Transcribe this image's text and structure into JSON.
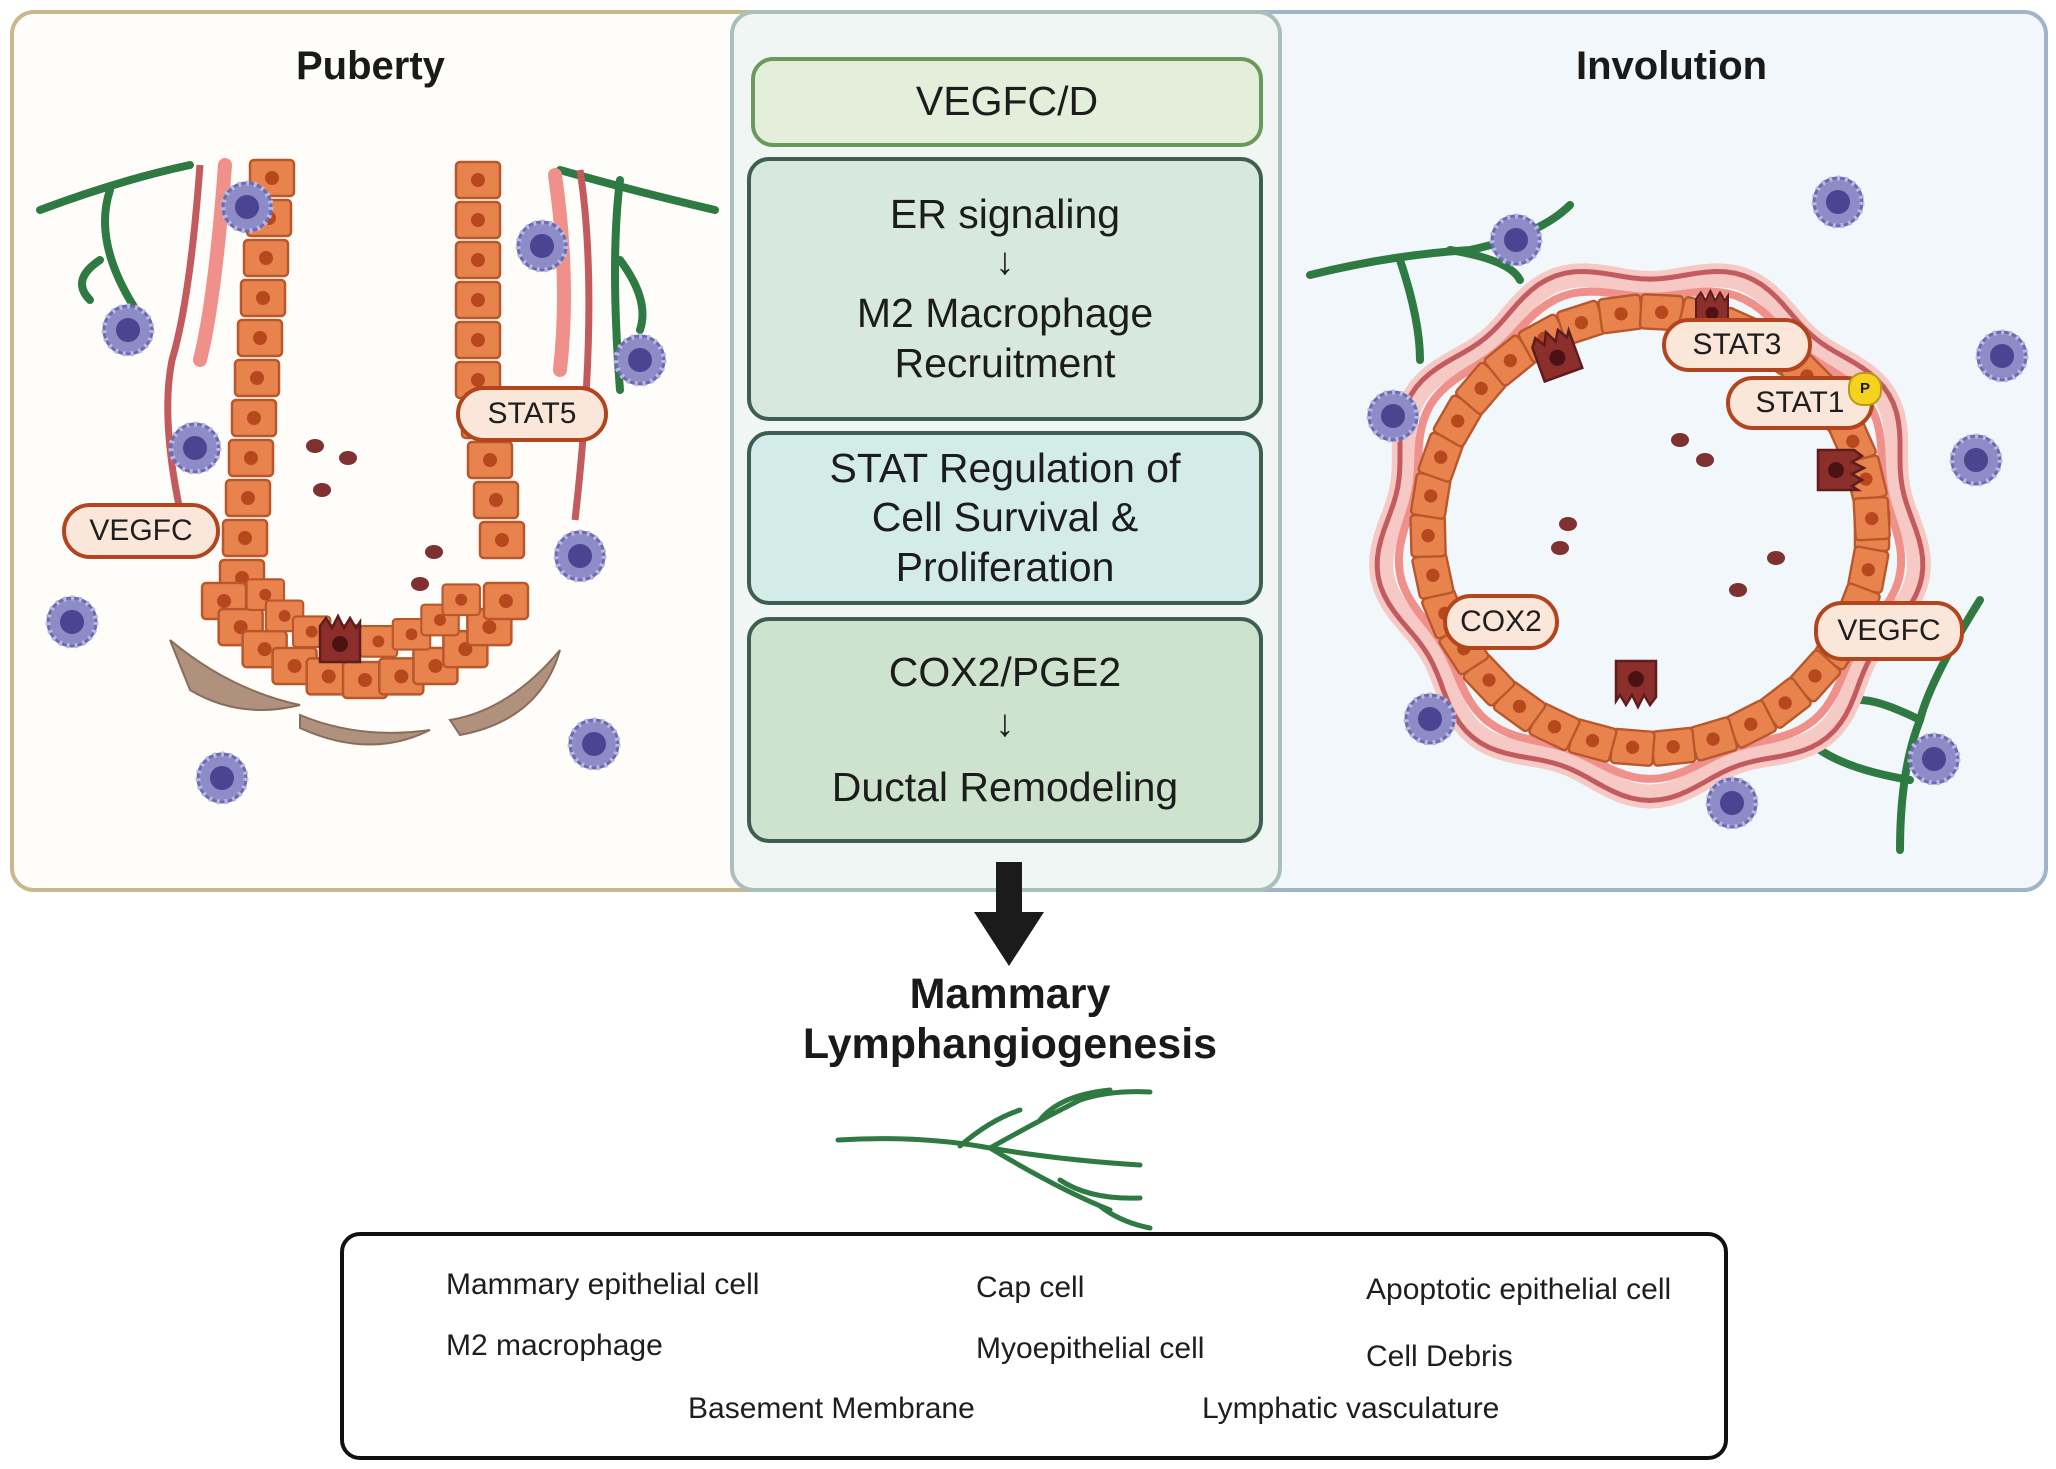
{
  "panels": {
    "left_title": "Puberty",
    "right_title": "Involution"
  },
  "flow_boxes": [
    {
      "id": "vegfc-d",
      "lines": [
        "VEGFC/D"
      ],
      "fill": "#e3eedb"
    },
    {
      "id": "er-signaling",
      "lines": [
        "ER signaling",
        "M2 Macrophage",
        "Recruitment"
      ],
      "arrow_after_line": 1,
      "fill": "#d7e8df"
    },
    {
      "id": "stat-regulation",
      "lines": [
        "STAT Regulation of",
        "Cell Survival &",
        "Proliferation"
      ],
      "fill": "#d3ece8"
    },
    {
      "id": "cox2-pge2",
      "lines": [
        "COX2/PGE2",
        "Ductal Remodeling"
      ],
      "arrow_after_line": 1,
      "fill": "#cde3cd"
    }
  ],
  "flow_arrow_glyph": "↓",
  "labels": {
    "puberty_stat5": "STAT5",
    "puberty_vegfc": "VEGFC",
    "involution_stat3": "STAT3",
    "involution_stat1": "STAT1",
    "involution_phospho": "P",
    "involution_cox2": "COX2",
    "involution_vegfc": "VEGFC"
  },
  "result": {
    "line1": "Mammary",
    "line2": "Lymphangiogenesis"
  },
  "legend": {
    "mammary_epithelial_cell": "Mammary epithelial cell",
    "m2_macrophage": "M2 macrophage",
    "cap_cell": "Cap cell",
    "myoepithelial_cell": "Myoepithelial cell",
    "apoptotic_epithelial_cell": "Apoptotic epithelial cell",
    "cell_debris": "Cell Debris",
    "basement_membrane": "Basement Membrane",
    "lymphatic_vasculature": "Lymphatic vasculature"
  },
  "colors": {
    "epithelial_fill": "#e8834e",
    "epithelial_stroke": "#b9572b",
    "epithelial_nucleus": "#b7471c",
    "macrophage_fill": "#8d8cc7",
    "macrophage_nucleus": "#4a4491",
    "cap_cell": "#b0917e",
    "myoepithelial": "#f0908a",
    "basement_membrane": "#c25a5e",
    "apoptotic": "#8c2f2c",
    "debris": "#7f3030",
    "lymphatic": "#2e7a42",
    "puberty_panel_border": "#c9b88c",
    "involution_panel_border": "#9fb3c9",
    "center_panel_border": "#a9bfbb",
    "stat1_phospho": "#f4d21e"
  }
}
